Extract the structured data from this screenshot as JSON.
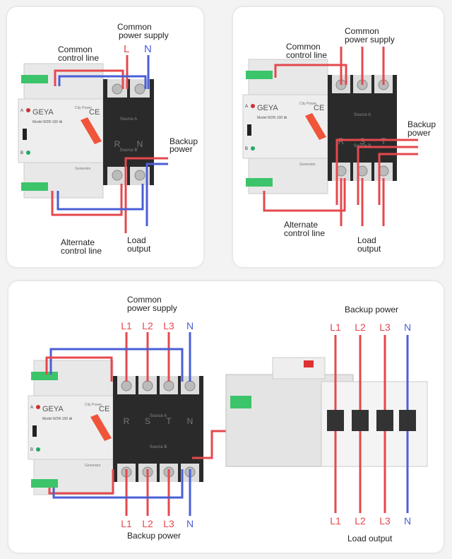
{
  "colors": {
    "live": "#e5484d",
    "neutral": "#4a5fd6",
    "device_body": "#e4e4e4",
    "terminal_block": "#2a2a2a",
    "handle": "#f0543a",
    "connector": "#3cc46a"
  },
  "device": {
    "brand": "GEYA",
    "source_a": "Source A",
    "source_b": "Source B",
    "city_power": "City Power",
    "generator": "Generator",
    "cert": "CE",
    "indicator_a": "A",
    "indicator_b": "B",
    "model": "Model W2R-100 ⅡⅡ"
  },
  "panel_single_phase": {
    "common_power_supply": [
      "Common",
      "power supply"
    ],
    "common_control_line": [
      "Common",
      "control line"
    ],
    "backup_power": [
      "Backup",
      "power"
    ],
    "alternate_control_line": [
      "Alternate",
      "control line"
    ],
    "load_output": [
      "Load",
      "output"
    ],
    "phases": [
      "L",
      "N"
    ],
    "terminal_letters": [
      "R",
      "N"
    ]
  },
  "panel_three_phase_3p": {
    "common_power_supply": [
      "Common",
      "power supply"
    ],
    "common_control_line": [
      "Common",
      "control line"
    ],
    "backup_power": [
      "Backup",
      "power"
    ],
    "alternate_control_line": [
      "Alternate",
      "control line"
    ],
    "load_output": [
      "Load",
      "output"
    ],
    "terminal_letters": [
      "R",
      "S",
      "T"
    ]
  },
  "panel_three_phase_4p": {
    "common_power_supply": [
      "Common",
      "power supply"
    ],
    "backup_power_label": "Backup power",
    "top_phases": [
      "L1",
      "L2",
      "L3",
      "N"
    ],
    "bottom_phases": [
      "L1",
      "L2",
      "L3",
      "N"
    ],
    "terminal_letters": [
      "R",
      "S",
      "T",
      "N"
    ]
  },
  "panel_side_view": {
    "backup_power_label": "Backup power",
    "load_output_label": "Load output",
    "top_phases": [
      "L1",
      "L2",
      "L3",
      "N"
    ],
    "bottom_phases": [
      "L1",
      "L2",
      "L3",
      "N"
    ]
  }
}
